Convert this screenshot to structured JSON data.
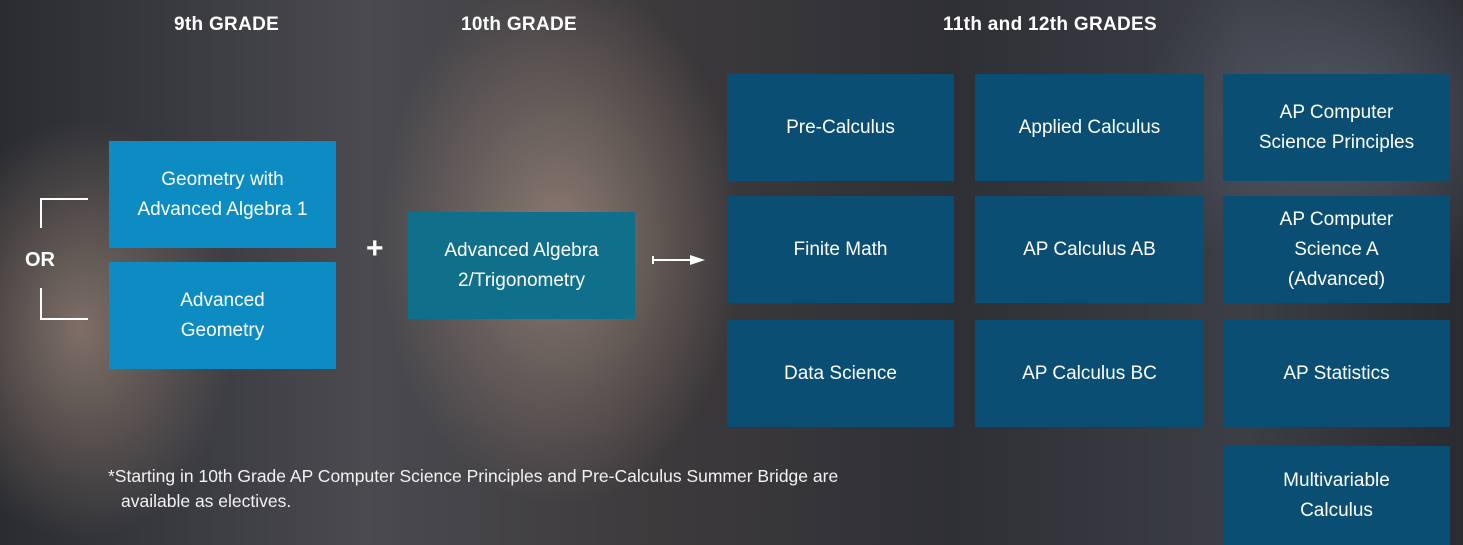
{
  "headers": {
    "grade9": "9th GRADE",
    "grade10": "10th GRADE",
    "grade11_12": "11th and 12th GRADES"
  },
  "grade9": {
    "or_label": "OR",
    "options": [
      {
        "line1": "Geometry with",
        "line2": "Advanced Algebra 1"
      },
      {
        "line1": "Advanced",
        "line2": "Geometry"
      }
    ]
  },
  "plus_symbol": "+",
  "grade10": {
    "line1": "Advanced Algebra",
    "line2": "2/Trigonometry"
  },
  "grade11_12": {
    "col1": [
      "Pre-Calculus",
      "Finite Math",
      "Data Science"
    ],
    "col2": [
      "Applied Calculus",
      "AP Calculus AB",
      "AP Calculus BC"
    ],
    "col3": {
      "cs_principles": {
        "line1": "AP Computer",
        "line2": "Science Principles"
      },
      "cs_a": {
        "line1": "AP Computer",
        "line2": "Science A",
        "line3": "(Advanced)"
      },
      "statistics": "AP Statistics",
      "multivariable": {
        "line1": "Multivariable",
        "line2": "Calculus"
      }
    }
  },
  "footnote": {
    "line1": "*Starting in 10th Grade AP Computer Science Principles and Pre-Calculus Summer Bridge are",
    "line2": "available as electives."
  },
  "colors": {
    "grade9_box": "#0d8cc3",
    "grade10_box": "#10708b",
    "upper_box": "#0a4f73"
  }
}
